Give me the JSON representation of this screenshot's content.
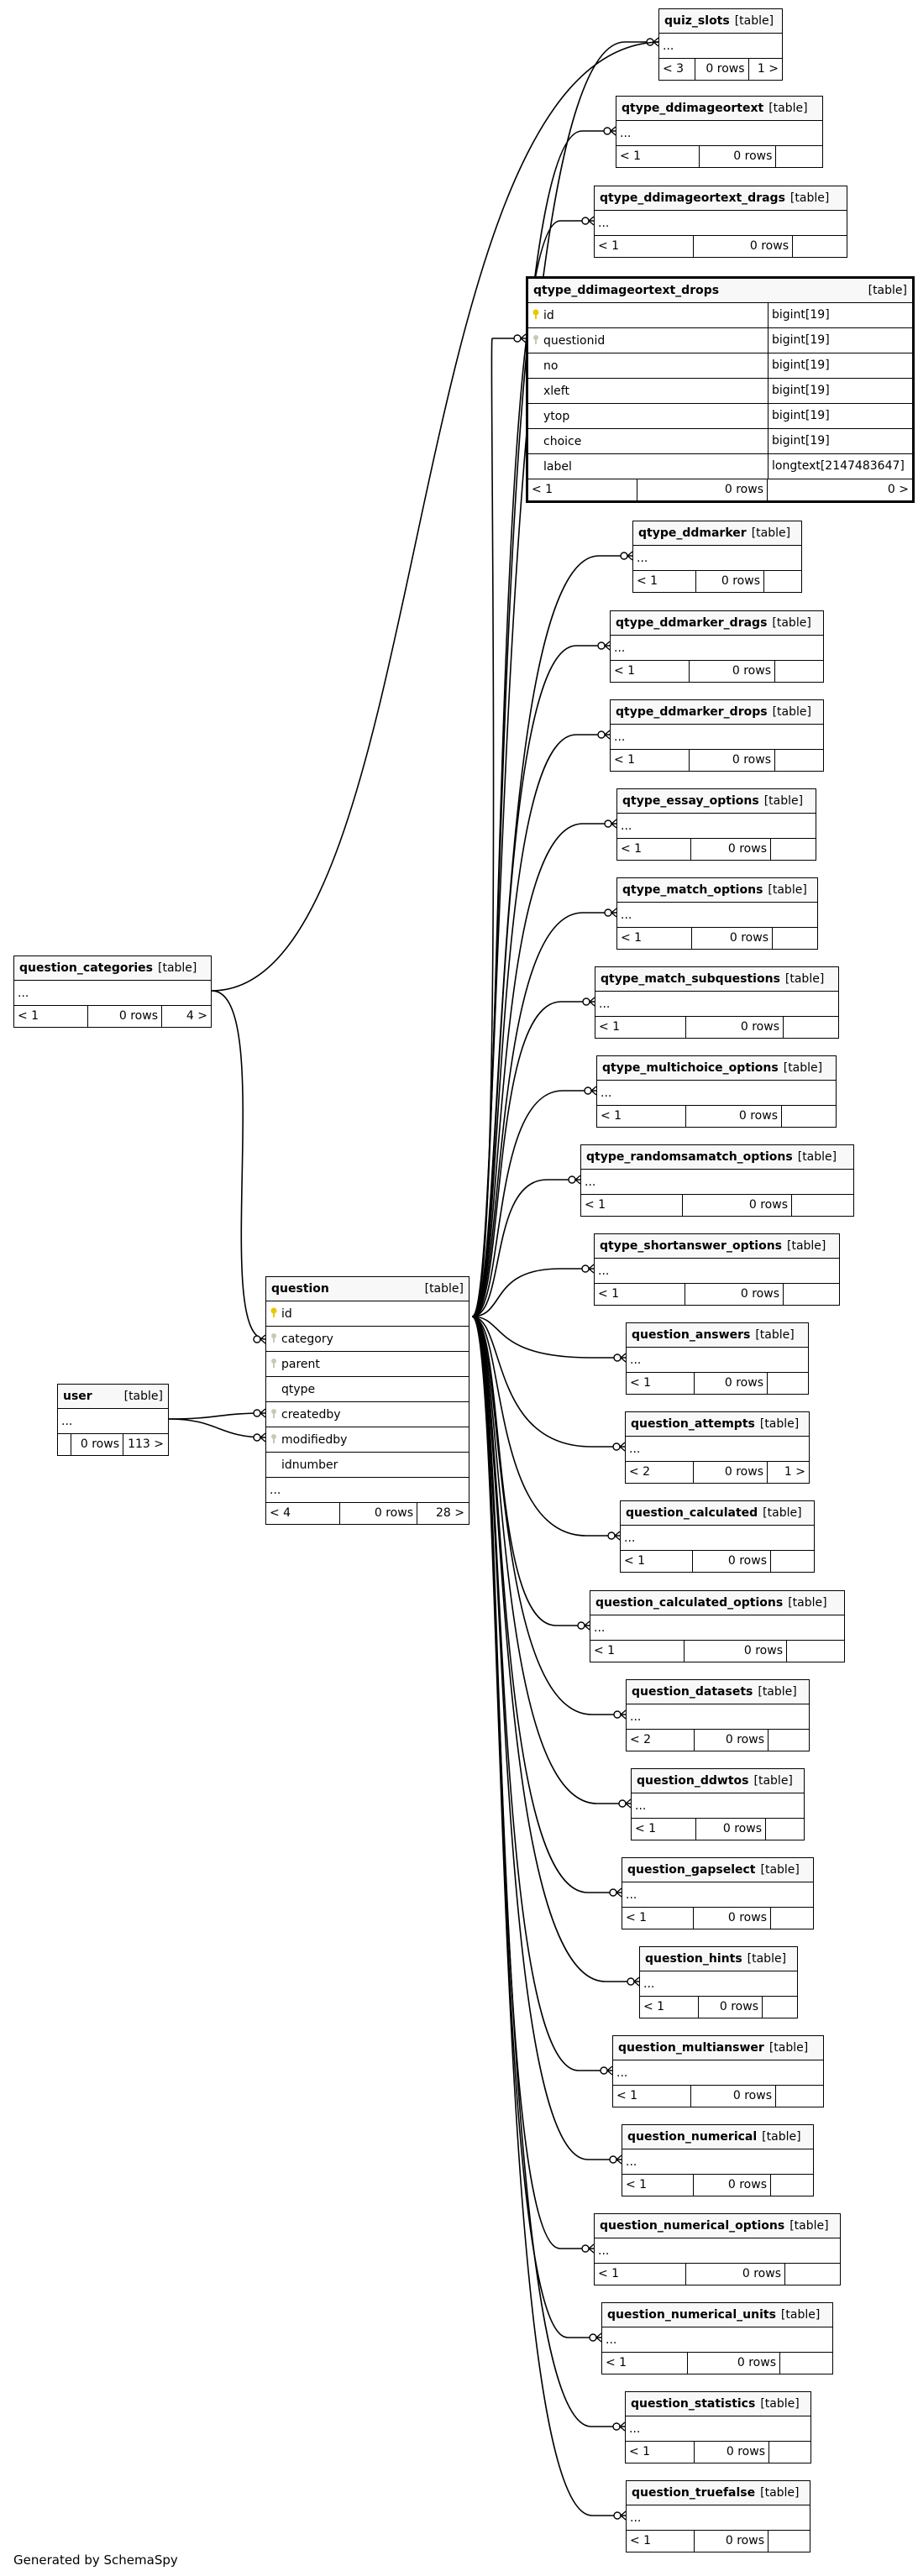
{
  "footer_text": "Generated by SchemaSpy",
  "tables": {
    "quiz_slots": {
      "name": "quiz_slots",
      "kind": "[table]",
      "ellipsis": "...",
      "foot": [
        "< 3",
        "0 rows",
        "1 >"
      ]
    },
    "qtype_ddimageortext": {
      "name": "qtype_ddimageortext",
      "kind": "[table]",
      "ellipsis": "...",
      "foot": [
        "< 1",
        "0 rows",
        ""
      ]
    },
    "qtype_ddimageortext_drags": {
      "name": "qtype_ddimageortext_drags",
      "kind": "[table]",
      "ellipsis": "...",
      "foot": [
        "< 1",
        "0 rows",
        ""
      ]
    },
    "qtype_ddimageortext_drops": {
      "name": "qtype_ddimageortext_drops",
      "kind": "[table]",
      "columns": [
        {
          "key": "pk",
          "name": "id",
          "type": "bigint[19]"
        },
        {
          "key": "fk",
          "name": "questionid",
          "type": "bigint[19]"
        },
        {
          "key": "",
          "name": "no",
          "type": "bigint[19]"
        },
        {
          "key": "",
          "name": "xleft",
          "type": "bigint[19]"
        },
        {
          "key": "",
          "name": "ytop",
          "type": "bigint[19]"
        },
        {
          "key": "",
          "name": "choice",
          "type": "bigint[19]"
        },
        {
          "key": "",
          "name": "label",
          "type": "longtext[2147483647]"
        }
      ],
      "foot": [
        "< 1",
        "0 rows",
        "0 >"
      ]
    },
    "qtype_ddmarker": {
      "name": "qtype_ddmarker",
      "kind": "[table]",
      "ellipsis": "...",
      "foot": [
        "< 1",
        "0 rows",
        ""
      ]
    },
    "qtype_ddmarker_drags": {
      "name": "qtype_ddmarker_drags",
      "kind": "[table]",
      "ellipsis": "...",
      "foot": [
        "< 1",
        "0 rows",
        ""
      ]
    },
    "qtype_ddmarker_drops": {
      "name": "qtype_ddmarker_drops",
      "kind": "[table]",
      "ellipsis": "...",
      "foot": [
        "< 1",
        "0 rows",
        ""
      ]
    },
    "qtype_essay_options": {
      "name": "qtype_essay_options",
      "kind": "[table]",
      "ellipsis": "...",
      "foot": [
        "< 1",
        "0 rows",
        ""
      ]
    },
    "qtype_match_options": {
      "name": "qtype_match_options",
      "kind": "[table]",
      "ellipsis": "...",
      "foot": [
        "< 1",
        "0 rows",
        ""
      ]
    },
    "qtype_match_subquestions": {
      "name": "qtype_match_subquestions",
      "kind": "[table]",
      "ellipsis": "...",
      "foot": [
        "< 1",
        "0 rows",
        ""
      ]
    },
    "qtype_multichoice_options": {
      "name": "qtype_multichoice_options",
      "kind": "[table]",
      "ellipsis": "...",
      "foot": [
        "< 1",
        "0 rows",
        ""
      ]
    },
    "qtype_randomsamatch_options": {
      "name": "qtype_randomsamatch_options",
      "kind": "[table]",
      "ellipsis": "...",
      "foot": [
        "< 1",
        "0 rows",
        ""
      ]
    },
    "qtype_shortanswer_options": {
      "name": "qtype_shortanswer_options",
      "kind": "[table]",
      "ellipsis": "...",
      "foot": [
        "< 1",
        "0 rows",
        ""
      ]
    },
    "question_answers": {
      "name": "question_answers",
      "kind": "[table]",
      "ellipsis": "...",
      "foot": [
        "< 1",
        "0 rows",
        ""
      ]
    },
    "question_attempts": {
      "name": "question_attempts",
      "kind": "[table]",
      "ellipsis": "...",
      "foot": [
        "< 2",
        "0 rows",
        "1 >"
      ]
    },
    "question_calculated": {
      "name": "question_calculated",
      "kind": "[table]",
      "ellipsis": "...",
      "foot": [
        "< 1",
        "0 rows",
        ""
      ]
    },
    "question_calculated_options": {
      "name": "question_calculated_options",
      "kind": "[table]",
      "ellipsis": "...",
      "foot": [
        "< 1",
        "0 rows",
        ""
      ]
    },
    "question_datasets": {
      "name": "question_datasets",
      "kind": "[table]",
      "ellipsis": "...",
      "foot": [
        "< 2",
        "0 rows",
        ""
      ]
    },
    "question_ddwtos": {
      "name": "question_ddwtos",
      "kind": "[table]",
      "ellipsis": "...",
      "foot": [
        "< 1",
        "0 rows",
        ""
      ]
    },
    "question_gapselect": {
      "name": "question_gapselect",
      "kind": "[table]",
      "ellipsis": "...",
      "foot": [
        "< 1",
        "0 rows",
        ""
      ]
    },
    "question_hints": {
      "name": "question_hints",
      "kind": "[table]",
      "ellipsis": "...",
      "foot": [
        "< 1",
        "0 rows",
        ""
      ]
    },
    "question_multianswer": {
      "name": "question_multianswer",
      "kind": "[table]",
      "ellipsis": "...",
      "foot": [
        "< 1",
        "0 rows",
        ""
      ]
    },
    "question_numerical": {
      "name": "question_numerical",
      "kind": "[table]",
      "ellipsis": "...",
      "foot": [
        "< 1",
        "0 rows",
        ""
      ]
    },
    "question_numerical_options": {
      "name": "question_numerical_options",
      "kind": "[table]",
      "ellipsis": "...",
      "foot": [
        "< 1",
        "0 rows",
        ""
      ]
    },
    "question_numerical_units": {
      "name": "question_numerical_units",
      "kind": "[table]",
      "ellipsis": "...",
      "foot": [
        "< 1",
        "0 rows",
        ""
      ]
    },
    "question_statistics": {
      "name": "question_statistics",
      "kind": "[table]",
      "ellipsis": "...",
      "foot": [
        "< 1",
        "0 rows",
        ""
      ]
    },
    "question_truefalse": {
      "name": "question_truefalse",
      "kind": "[table]",
      "ellipsis": "...",
      "foot": [
        "< 1",
        "0 rows",
        ""
      ]
    },
    "question_categories": {
      "name": "question_categories",
      "kind": "[table]",
      "ellipsis": "...",
      "foot": [
        "< 1",
        "0 rows",
        "4 >"
      ]
    },
    "question": {
      "name": "question",
      "kind": "[table]",
      "columns": [
        {
          "key": "pk",
          "name": "id"
        },
        {
          "key": "fk",
          "name": "category"
        },
        {
          "key": "fk",
          "name": "parent"
        },
        {
          "key": "",
          "name": "qtype"
        },
        {
          "key": "fk",
          "name": "createdby"
        },
        {
          "key": "fk",
          "name": "modifiedby"
        },
        {
          "key": "",
          "name": "idnumber"
        }
      ],
      "ellipsis": "...",
      "foot": [
        "< 4",
        "0 rows",
        "28 >"
      ]
    },
    "user": {
      "name": "user",
      "kind": "[table]",
      "ellipsis": "...",
      "foot": [
        "",
        "0 rows",
        "113 >"
      ]
    }
  }
}
